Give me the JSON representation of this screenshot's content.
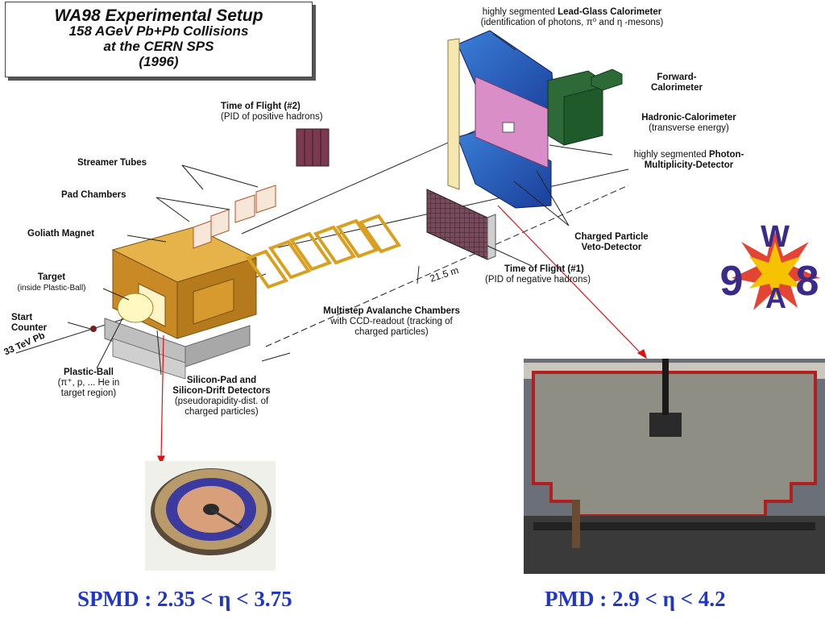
{
  "title": {
    "line1": "WA98 Experimental Setup",
    "line2": "158 AGeV Pb+Pb Collisions",
    "line3": "at the CERN  SPS",
    "line4": "(1996)"
  },
  "logo": {
    "top": "W",
    "left": "9",
    "mid": "A",
    "right": "8",
    "colors": {
      "w": "#3a2a8a",
      "digits": "#3a2a8a",
      "star": "#f5c300",
      "burst": "#e0301e"
    }
  },
  "labels": {
    "leadglass": {
      "pre": "highly segmented ",
      "bold": "Lead-Glass Calorimeter",
      "sub": "(identification of  photons,  π⁰ and  η -mesons)"
    },
    "forward": {
      "l1": "Forward-",
      "l2": "Calorimeter"
    },
    "hadronic": {
      "l1": "Hadronic-Calorimeter",
      "l2": "(transverse energy)"
    },
    "photon": {
      "pre": "highly segmented ",
      "bold1": "Photon-",
      "bold2": "Multiplicity-Detector"
    },
    "tof2": {
      "l1": "Time of Flight (#2)",
      "l2": "(PID of positive hadrons)"
    },
    "streamer": "Streamer Tubes",
    "pad": "Pad Chambers",
    "goliath": "Goliath Magnet",
    "target": {
      "l1": "Target",
      "l2": "(inside Plastic-Ball)"
    },
    "start": {
      "l1": "Start",
      "l2": "Counter"
    },
    "beam": "33 TeV Pb",
    "plasticball": {
      "l1": "Plastic-Ball",
      "l2": "(π⁺, p, ... He in",
      "l3": "target region)"
    },
    "silicon": {
      "l1": "Silicon-Pad and",
      "l2": "Silicon-Drift Detectors",
      "l3": "(pseudorapidity-dist. of",
      "l4": "charged particles)"
    },
    "multistep": {
      "l1": "Multistep Avalanche Chambers",
      "l2": "with CCD-readout (tracking of",
      "l3": "charged particles)"
    },
    "distance": "21.5 m",
    "veto": {
      "l1": "Charged Particle",
      "l2": "Veto-Detector"
    },
    "tof1": {
      "l1": "Time of Flight (#1)",
      "l2": "(PID of negative hadrons)"
    }
  },
  "captions": {
    "spmd": "SPMD : 2.35 < η < 3.75",
    "pmd": "PMD : 2.9 < η < 4.2"
  },
  "colors": {
    "caption": "#1f36c8",
    "arrow": "#e01010"
  }
}
